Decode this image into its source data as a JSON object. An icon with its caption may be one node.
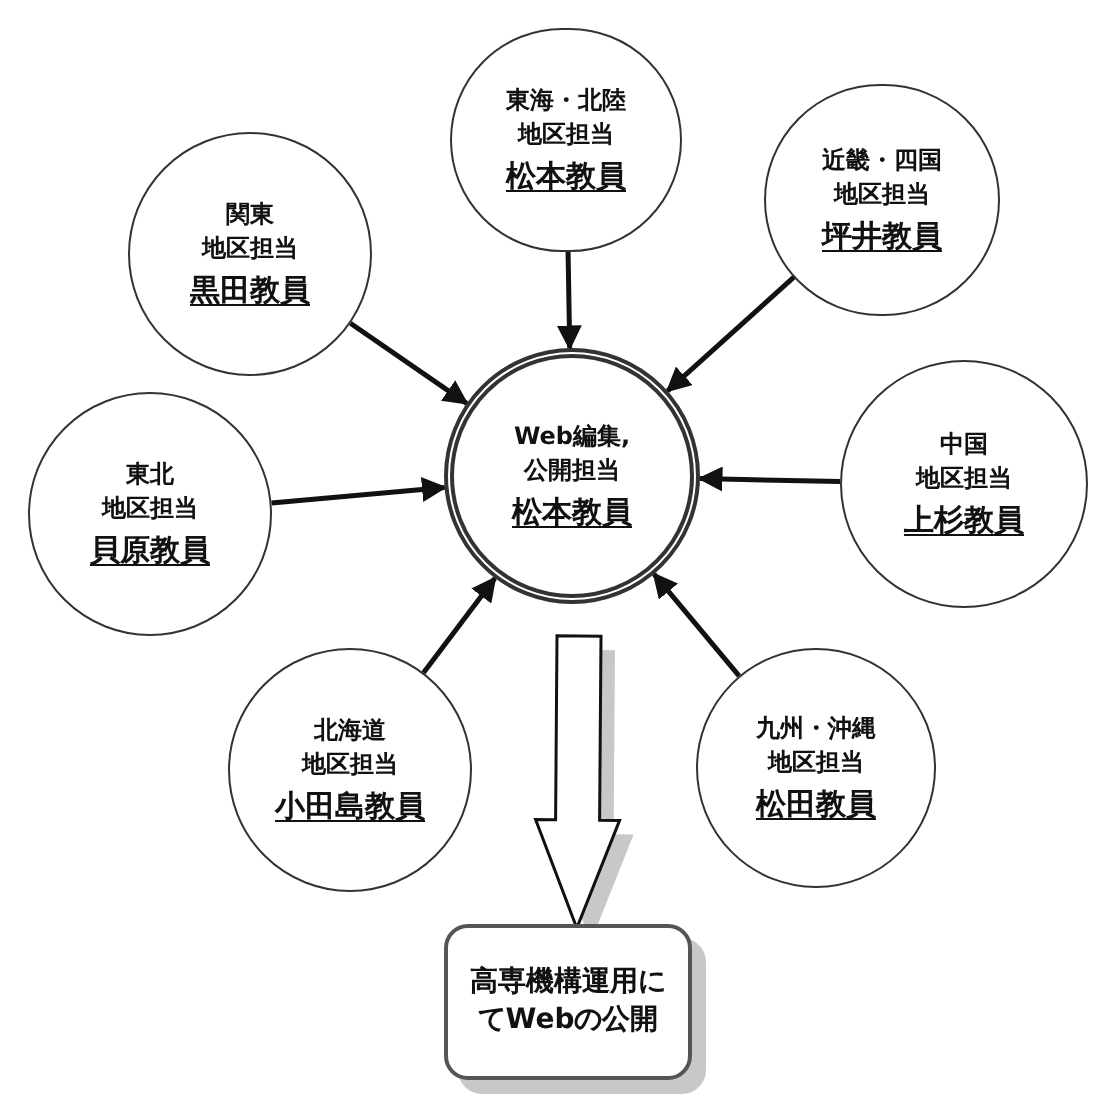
{
  "diagram": {
    "nodes": [
      {
        "text": [
          "東海・北陸",
          "地区担当",
          "松本教員"
        ]
      },
      {
        "text": [
          "関東",
          "地区担当",
          "黒田教員"
        ]
      },
      {
        "text": [
          "近畿・四国",
          "地区担当",
          "坪井教員"
        ]
      },
      {
        "text": [
          "東北",
          "地区担当",
          "貝原教員"
        ]
      },
      {
        "text": [
          "Web編集,",
          "公開担当",
          "松本教員"
        ]
      },
      {
        "text": [
          "中国",
          "地区担当",
          "上杉教員"
        ]
      },
      {
        "text": [
          "北海道",
          "地区担当",
          "小田島教員"
        ]
      },
      {
        "text": [
          "九州・沖縄",
          "地区担当",
          "松田教員"
        ]
      },
      {
        "text": [
          "高専機構運用にてWebの公開"
        ]
      }
    ],
    "edges": [
      {
        "from": 0,
        "to": 4,
        "arrow": "to"
      },
      {
        "from": 1,
        "to": 4,
        "arrow": "to"
      },
      {
        "from": 2,
        "to": 4,
        "arrow": "to"
      },
      {
        "from": 3,
        "to": 4,
        "arrow": "to"
      },
      {
        "from": 5,
        "to": 4,
        "arrow": "to"
      },
      {
        "from": 6,
        "to": 4,
        "arrow": "to"
      },
      {
        "from": 7,
        "to": 4,
        "arrow": "to"
      },
      {
        "from": 4,
        "to": 8,
        "arrow": "to",
        "style": "thick"
      }
    ]
  }
}
